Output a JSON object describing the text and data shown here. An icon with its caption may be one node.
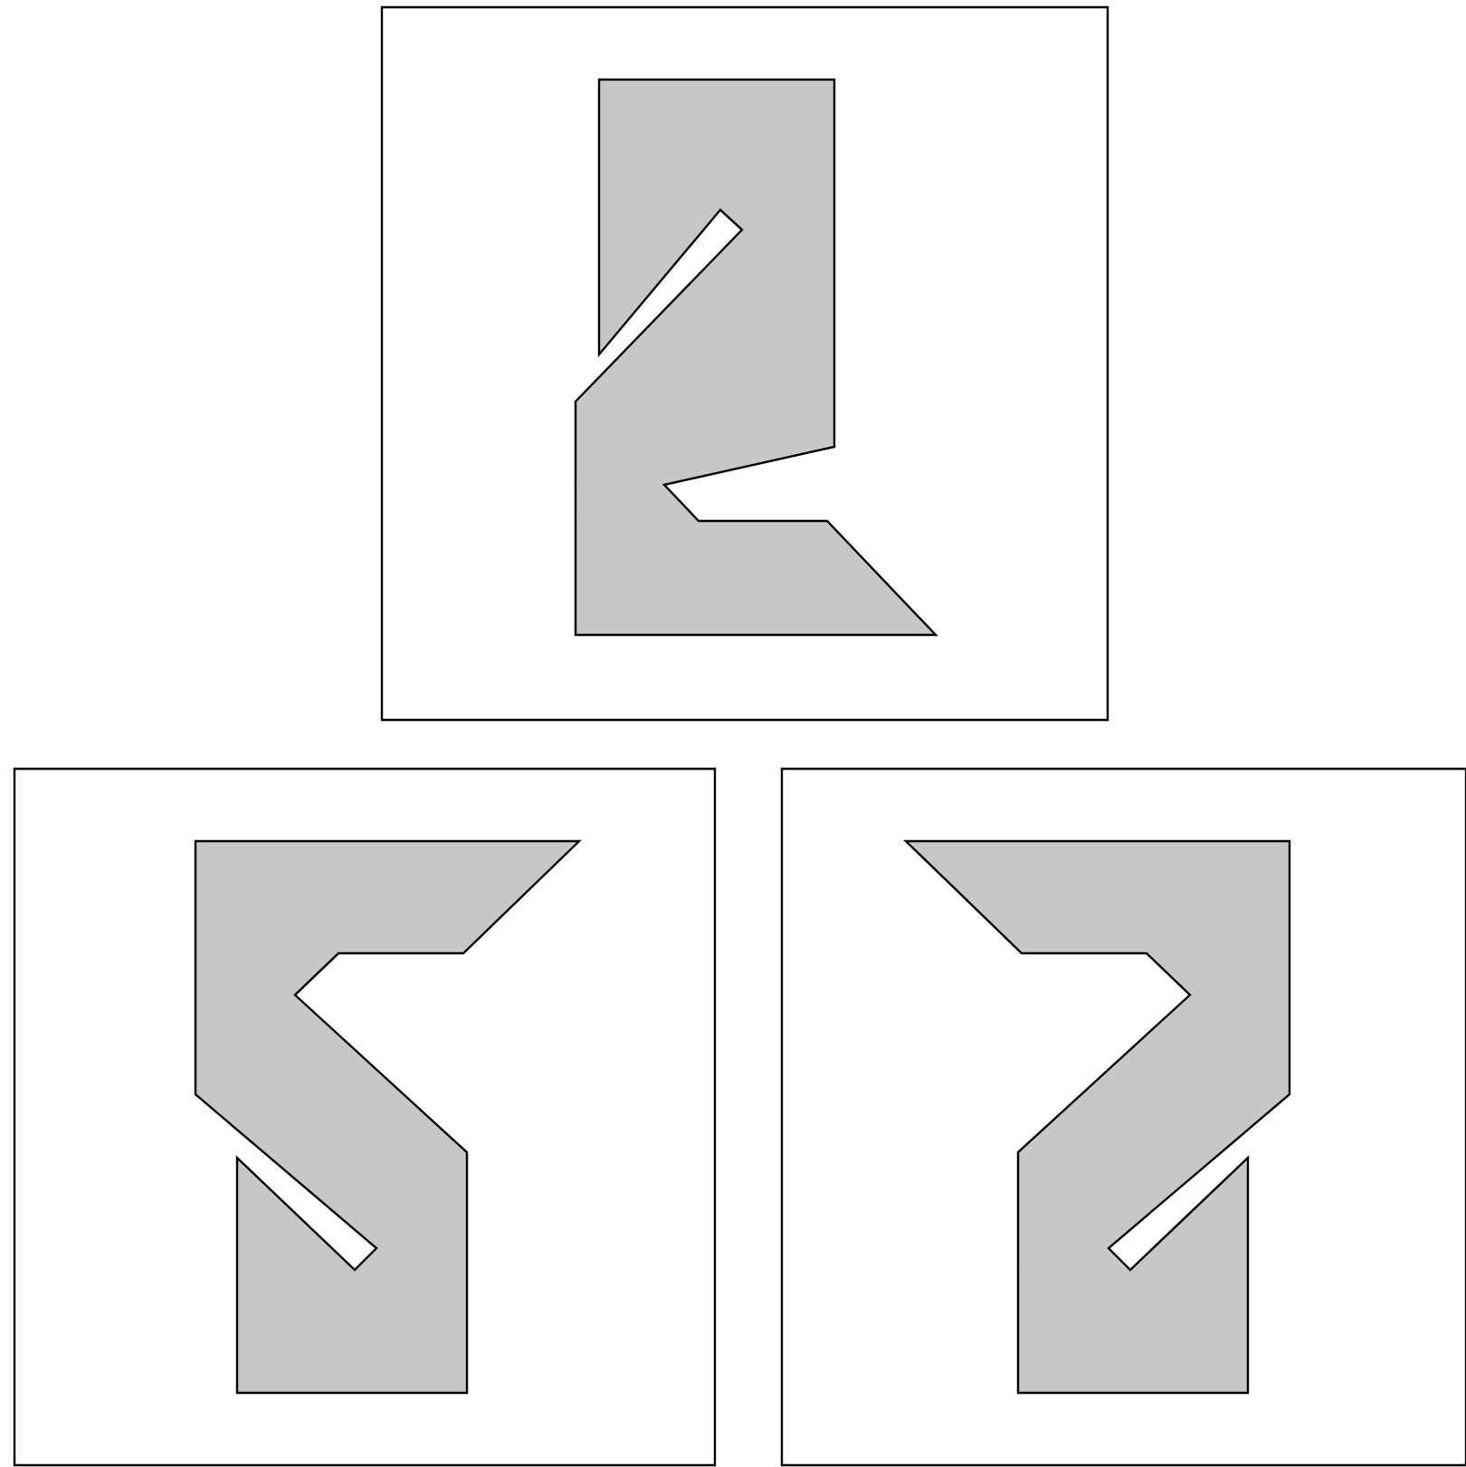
{
  "diagram": {
    "nodes": [
      {
        "text": [],
        "shape": "box"
      },
      {
        "text": [],
        "shape": "box"
      },
      {
        "text": [],
        "shape": "box"
      },
      {
        "text": [],
        "shape": "picture",
        "in": 0
      },
      {
        "text": [],
        "shape": "picture",
        "in": 1
      },
      {
        "text": [],
        "shape": "picture",
        "in": 2
      }
    ]
  }
}
